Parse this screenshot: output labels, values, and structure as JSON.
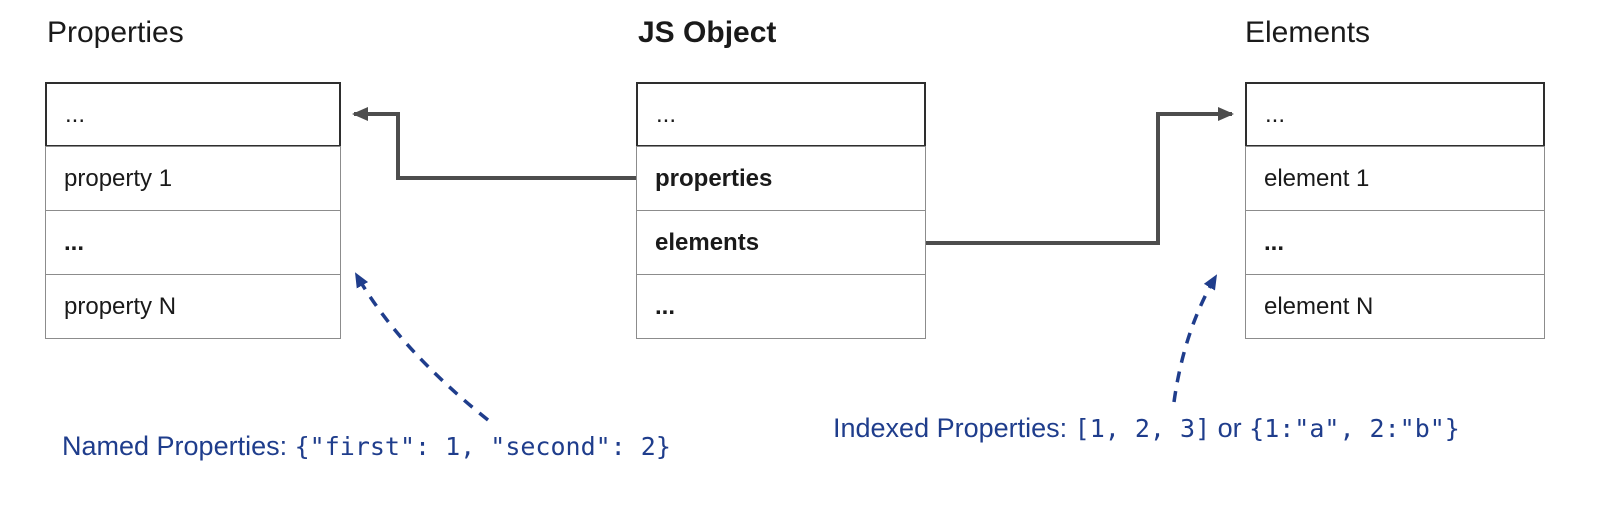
{
  "diagram": {
    "left": {
      "title": "Properties",
      "rows": [
        "...",
        "property 1",
        "...",
        "property N"
      ]
    },
    "center": {
      "title": "JS Object",
      "rows": [
        "...",
        "properties",
        "elements",
        "..."
      ]
    },
    "right": {
      "title": "Elements",
      "rows": [
        "...",
        "element 1",
        "...",
        "element N"
      ]
    },
    "annotations": {
      "named": {
        "label": "Named Properties: ",
        "code": "{\"first\": 1, \"second\": 2}"
      },
      "indexed": {
        "label": "Indexed Properties: ",
        "code1": "[1, 2, 3]",
        "connector": " or ",
        "code2": "{1:\"a\", 2:\"b\"}"
      }
    },
    "colors": {
      "arrow_gray": "#4d4d4d",
      "annotation_blue": "#1f3d8c",
      "border_thin": "#8c8c8c",
      "border_thick": "#2e2e2e"
    }
  }
}
